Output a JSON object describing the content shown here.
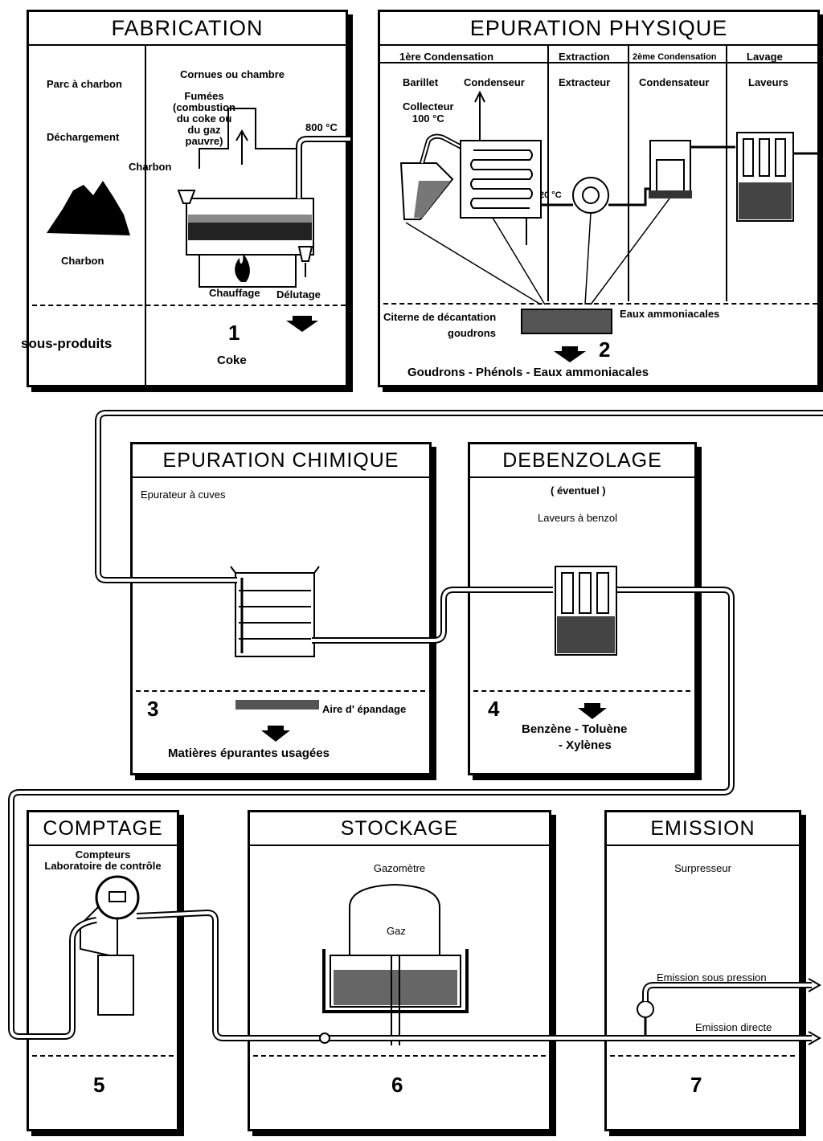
{
  "fabrication": {
    "title": "FABRICATION",
    "parc": "Parc à charbon",
    "dechargement": "Déchargement",
    "charbon_label": "Charbon",
    "cornues": "Cornues ou chambre",
    "fumees_1": "Fumées",
    "fumees_2": "(combustion",
    "fumees_3": "du coke ou",
    "fumees_4": "du gaz",
    "fumees_5": "pauvre)",
    "temp": "800 °C",
    "charbon_input": "Charbon",
    "chauffage": "Chauffage",
    "delutage": "Délutage",
    "sous_produits": "sous-produits",
    "number": "1",
    "product": "Coke"
  },
  "epuration_physique": {
    "title": "EPURATION PHYSIQUE",
    "col1": "1ère Condensation",
    "col2": "Extraction",
    "col3": "2ème Condensation",
    "col4": "Lavage",
    "barillet": "Barillet",
    "condenseur": "Condenseur",
    "extracteur": "Extracteur",
    "condensateur": "Condensateur",
    "laveurs": "Laveurs",
    "collecteur_1": "Collecteur",
    "collecteur_2": "100 °C",
    "temp20": "20 °C",
    "citerne": "Citerne de décantation",
    "goudrons_label": "goudrons",
    "eaux": "Eaux ammoniacales",
    "number": "2",
    "products": "Goudrons - Phénols - Eaux ammoniacales"
  },
  "epuration_chimique": {
    "title": "EPURATION CHIMIQUE",
    "subtitle": "Epurateur à cuves",
    "number": "3",
    "aire": "Aire d' épandage",
    "products": "Matières épurantes usagées"
  },
  "debenzolage": {
    "title": "DEBENZOLAGE",
    "eventuel": "( éventuel )",
    "laveurs": "Laveurs à benzol",
    "number": "4",
    "products_1": "Benzène - Toluène",
    "products_2": "- Xylènes"
  },
  "comptage": {
    "title": "COMPTAGE",
    "sub1": "Compteurs",
    "sub2": "Laboratoire de contrôle",
    "number": "5"
  },
  "stockage": {
    "title": "STOCKAGE",
    "sub": "Gazomètre",
    "gaz": "Gaz",
    "number": "6"
  },
  "emission": {
    "title": "EMISSION",
    "sub": "Surpresseur",
    "pression": "Emission sous pression",
    "directe": "Emission directe",
    "number": "7"
  }
}
